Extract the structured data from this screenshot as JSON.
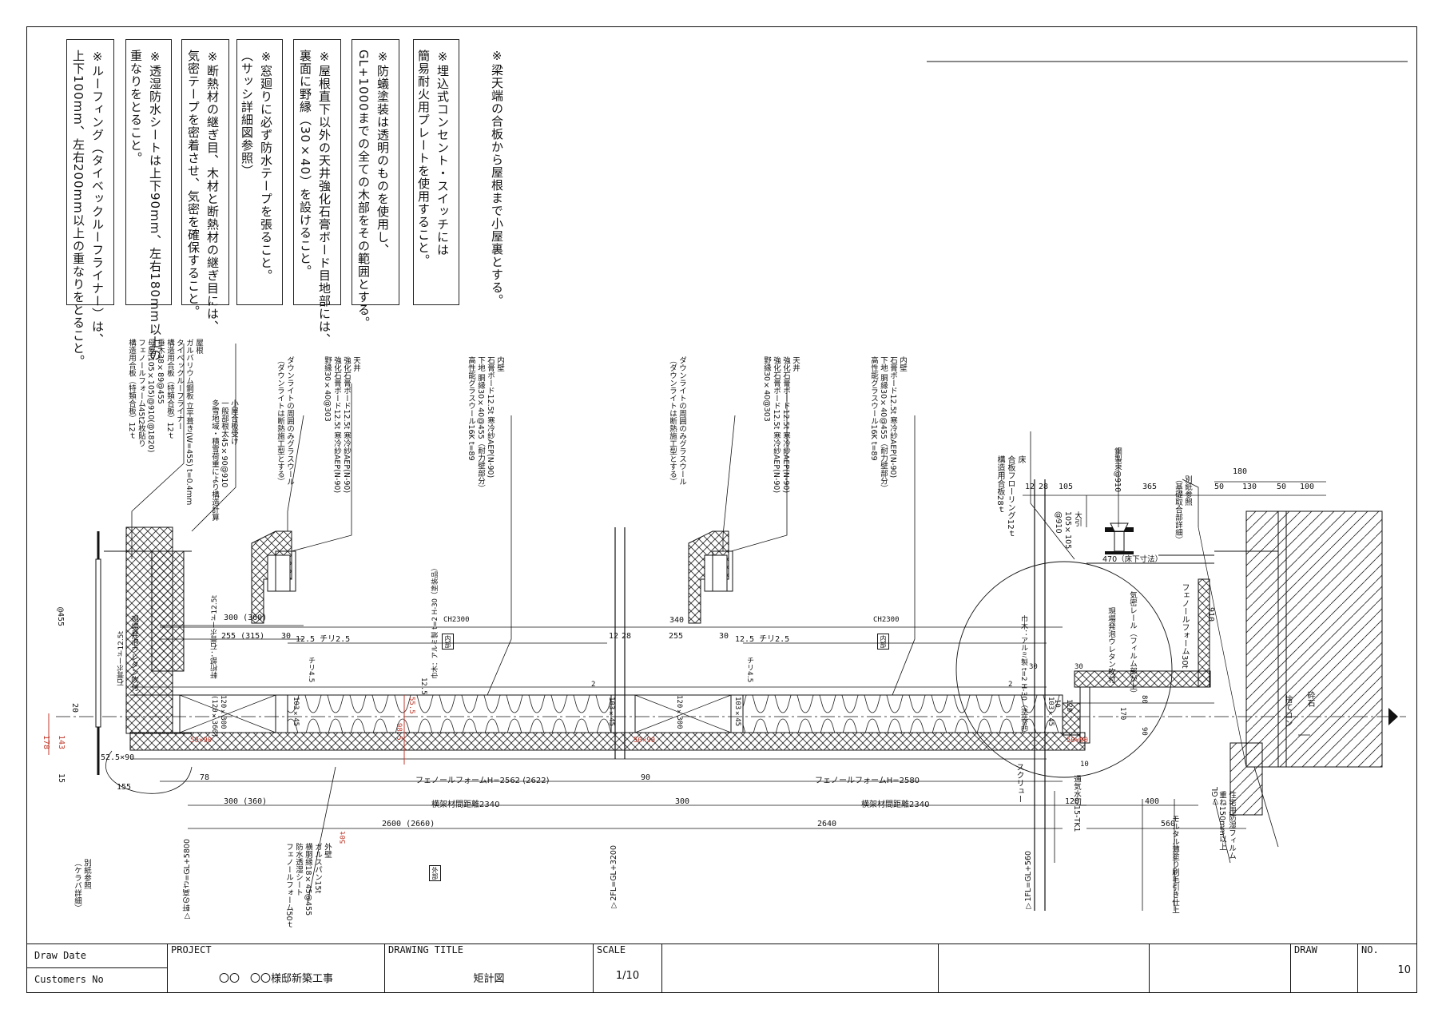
{
  "notes": [
    "※ルーフィング（タイベックルーフライナー）は、\n上下100mm、左右200mm以上の重なりをとること。",
    "※透湿防水シートは上下90mm、左右180mm以上の\n重なりをとること。",
    "※断熱材の継ぎ目、木材と断熱材の継ぎ目には、\n気密テープを密着させ、気密を確保すること。",
    "※窓廻りに必ず防水テープを張ること。\n（サッシ詳細図参照）",
    "※屋根直下以外の天井強化石膏ボード目地部には、\n裏面に野縁（30×40）を設けること。",
    "※防蟻塗装は透明のものを使用し、\nGL+1000までの全ての木部をその範囲とする。",
    "※埋込式コンセント・スイッチには\n簡易耐火用プレートを使用すること。",
    "※梁天端の合板から屋根まで小屋裏とする。"
  ],
  "leaders": {
    "roof": "屋根\nガルバリウム鋼板 立平葺き(W=455) t=0.4mm\nタイベックルーフライナー\n構造用合板（特類合板）12ｔ\n垂木38×89@455\n母屋(105×105)@910(@1820)\nフェノールフォーム45t2枚貼り\n構造用合板（特類合板）12ｔ",
    "ceiling_board": "小屋合板受け\n一般部根太45×90@910\n多雪地域・積雪荷重により構造計算",
    "downlight_1": "ダウンライトの周囲のみグラスウール\n（ダウンライトは断熱施工型とする）",
    "ceiling_1": "天井\n強化石膏ボード12.5t 寒冷紗AEP(N-90)\n強化石膏ボード12.5t 寒冷紗AEP(N-90)\n野縁30×40@303",
    "interior_wall_1": "内壁\n石膏ボード12.5t 寒冷紗AEP(N-90)\n下地 胴縁30×40@455（耐力壁部分）\n高性能グラスウール16K t=89",
    "downlight_2": "ダウンライトの周囲のみグラスウール\n（ダウンライトは断熱施工型とする）",
    "ceiling_2": "天井\n強化石膏ボード12.5t 寒冷紗AEP(N-90)\n強化石膏ボード12.5t 寒冷紗AEP(N-90)\n野縁30×40@303",
    "interior_wall_2": "内壁\n石膏ボード12.5t 寒冷紗AEP(N-90)\n下地 胴縁30×40@455（耐力壁部分）\n高性能グラスウール16K t=89",
    "floor": "床\n合板フローリング12ｔ\n構造用合板28ｔ",
    "sill": "大引\n105×105\n@910",
    "post": "鋼製束@910",
    "foundation_ref": "別紙参照\n（基礎取合部詳細）",
    "eave_ref": "別紙参照\n（ケラバ詳細）",
    "exterior_wall": "外壁\nガルスパン15t\n横胴縁18×45@455\n防水透湿シート\nフェノールフォーム50ｔ",
    "vent": "通気水切15-TK1",
    "mortar": "モルタル薄塗り刷毛引き仕上",
    "moisture_film": "住宅用防湿フィルム\n重ね150mm以上",
    "gravel": "砕石",
    "concrete": "捨てコン"
  },
  "dimensions": {
    "top_180": "180",
    "top_12": "12",
    "top_28": "28",
    "top_105": "105",
    "top_365": "365",
    "top_50a": "50",
    "top_130": "130",
    "top_50b": "50",
    "top_100": "100",
    "d_300_360_a": "300 (360)",
    "d_255_315": "255 (315)",
    "d_30a": "30",
    "d_12_5_chiri_a": "12.5 チリ2.5",
    "d_ch2300_a": "CH2300",
    "d_340": "340",
    "d_12a": "12",
    "d_28a": "28",
    "d_255": "255",
    "d_30b": "30",
    "d_12_5_chiri_b": "12.5 チリ2.5",
    "d_ch2300_b": "CH2300",
    "d_chiri_a": "チリ4.5",
    "d_chiri_b": "チリ4.5",
    "d_470": "470（床下寸法）",
    "d_910": "910",
    "d_phenol30": "フェノールフォーム30t",
    "d_airtight": "気密レール（フィルム部が上）",
    "d_urethane_a": "現場発泡ウレタン吹付",
    "d_urethane_b": "現場発泡ウレタン吹付",
    "d_ita_a": "巾木：アルミ製 t=2 H-30（塗装品）",
    "d_ita_b": "巾木：アルミ製 t=2 H-30（塗装品）",
    "d_455": "@455",
    "d_178": "178",
    "d_143": "143",
    "d_15": "15",
    "d_52_5": "52.5×90",
    "d_155": "155",
    "d_20": "20",
    "d_78": "78",
    "d_phenol_2562": "フェノールフォームH=2562 (2622)",
    "d_90a": "90",
    "d_phenol_2580": "フェノールフォームH=2580",
    "d_300_360_b": "300 (360)",
    "d_yoko_2340_a": "横架材間距離2340",
    "d_300": "300",
    "d_yoko_2340_b": "横架材間距離2340",
    "d_120": "120",
    "d_400": "400",
    "d_2600": "2600 (2660)",
    "d_2640": "2640",
    "d_560": "560",
    "d_screw": "スクリュー",
    "d_120_300": "120×300\n(120×360)",
    "d_120_300b": "120×300",
    "d_103_45_a": "103×45",
    "d_103_45_b": "103×45",
    "d_103_45_c": "103×45",
    "d_103_45_d": "103×45",
    "d_50x90_a": "50×90",
    "d_50x90_b": "50×90",
    "d_50x90_c": "50×90",
    "d_uchi_a": "内部",
    "d_uchi_b": "内部",
    "d_soto": "外部",
    "d_gl5800": "▽軒の高さ=GL+5800",
    "d_gl3200": "▽2FL=GL+3200",
    "d_gl560": "▽1FL=GL+560",
    "d_gl": "▽GL",
    "d_eaves_label": "軒桁部：石膏ボード12.5t",
    "d_gyp_label": "石膏ボード12.5t",
    "d_12_5": "12.5",
    "d_55_5": "55.5",
    "d_98_5": "98.5",
    "d_50t": "50t",
    "d_2": "2",
    "d_2b": "2",
    "d_30c": "30",
    "d_30d": "30",
    "d_10": "10",
    "d_120b": "120",
    "d_170": "170",
    "d_80": "80",
    "d_90b": "90",
    "d_10b": "10"
  },
  "title_block": {
    "draw_date_label": "Draw Date",
    "customers_no_label": "Customers No",
    "project_label": "PROJECT",
    "project_value": "〇〇　〇〇様邸新築工事",
    "drawing_title_label": "DRAWING TITLE",
    "drawing_title_value": "矩計図",
    "scale_label": "SCALE",
    "scale_value": "1/10",
    "draw_label": "DRAW",
    "no_label": "NO.",
    "no_value": "10"
  },
  "colors": {
    "line": "#111111",
    "accent_red": "#c0392b",
    "hatch": "#222222"
  }
}
